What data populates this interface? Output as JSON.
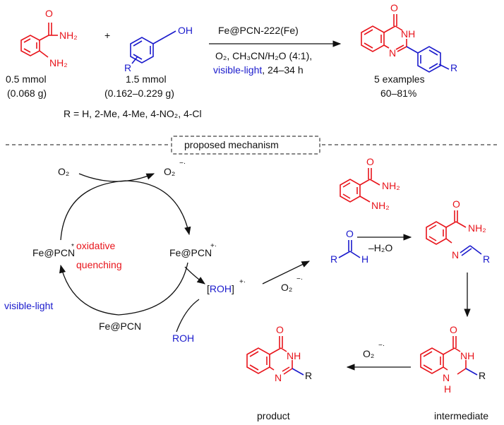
{
  "reaction": {
    "reagent_amide_amount": "0.5 mmol",
    "reagent_amide_mass": "(0.068 g)",
    "reagent_alcohol_amount": "1.5 mmol",
    "reagent_alcohol_mass": "(0.162–0.229 g)",
    "plus": "+",
    "catalyst": "Fe@PCN-222(Fe)",
    "conditions_line": "O₂, CH₃CN/H₂O (4:1),",
    "light": "visible-light",
    "time": ", 24–34 h",
    "examples": "5 examples",
    "yield": "60–81%",
    "r_groups": "R = H, 2-Me, 4-Me, 4-NO₂, 4-Cl"
  },
  "mechanism": {
    "title": "proposed mechanism",
    "o2": "O₂",
    "superoxide": "O₂",
    "superoxide_charge": "−·",
    "fe_pcn_star": "Fe@PCN",
    "star": "*",
    "fe_pcn_cation": "Fe@PCN",
    "cation_charge": "+·",
    "fe_pcn": "Fe@PCN",
    "oxidative": "oxidative",
    "quenching": "quenching",
    "visible_light": "visible-light",
    "roh_cation": "[ROH]",
    "roh_charge": "+·",
    "roh": "ROH",
    "minus_water": "–H₂O",
    "product": "product",
    "intermediate": "intermediate"
  },
  "atoms": {
    "NH2": "NH₂",
    "OH": "OH",
    "O": "O",
    "NH": "NH",
    "N": "N",
    "R": "R",
    "H": "H",
    "HN": "H"
  },
  "colors": {
    "red": "#e8141b",
    "blue": "#1a1acc",
    "black": "#111111"
  }
}
